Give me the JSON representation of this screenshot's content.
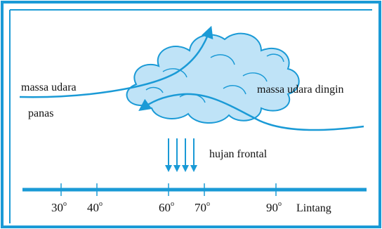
{
  "colors": {
    "frame": "#1a9ad6",
    "line": "#1a9ad6",
    "cloud_fill": "#bfe3f7",
    "cloud_stroke": "#1a9ad6",
    "text": "#111111"
  },
  "labels": {
    "warm_air_line1": "massa udara",
    "warm_air_line2": "panas",
    "cold_air": "massa udara dingin",
    "rain": "hujan frontal",
    "axis_title": "Lintang"
  },
  "axis": {
    "ticks": [
      {
        "value": 30,
        "text": "30",
        "sup": "o"
      },
      {
        "value": 40,
        "text": "40",
        "sup": "o"
      },
      {
        "value": 60,
        "text": "60",
        "sup": "o"
      },
      {
        "value": 70,
        "text": "70",
        "sup": "o"
      },
      {
        "value": 90,
        "text": "90",
        "sup": "o"
      }
    ]
  },
  "icons": {
    "cloud": "cloud-icon",
    "rain_arrows": "rain-arrows-icon"
  }
}
